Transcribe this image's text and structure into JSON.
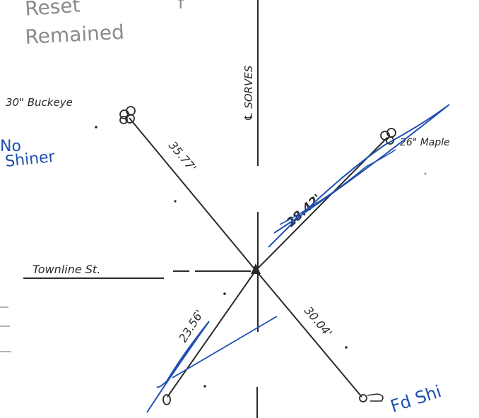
{
  "notes": {
    "reset_text": "Reset",
    "reset_suffix": "f",
    "remained_text": "Remained",
    "no_shiner_line1": "No",
    "no_shiner_line2": "Shiner",
    "fd_shi": "Fd Shi"
  },
  "street_labels": {
    "townline": "Townline St.",
    "vertical_street": "℄ SORVES"
  },
  "trees": {
    "buckeye": "30\" Buckeye",
    "maple": "26\" Maple"
  },
  "distances": {
    "nw": "35.77'",
    "ne": "28.42'",
    "se": "30.04'",
    "sw": "23.56'"
  },
  "colors": {
    "ink": "#2a2a2a",
    "pencil": "#8a8a8a",
    "blue_ink": "#1f4fb0"
  }
}
